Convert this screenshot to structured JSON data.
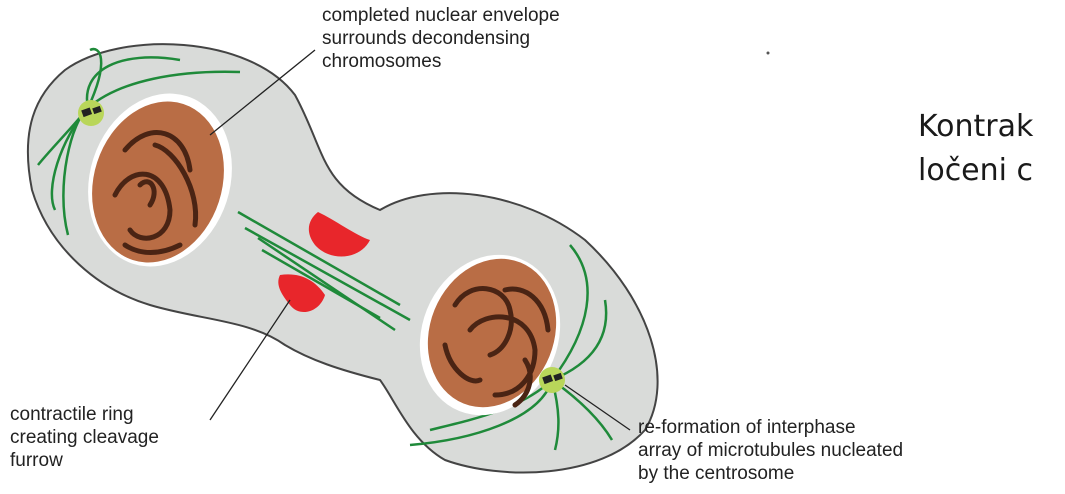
{
  "labels": {
    "envelope": "completed nuclear envelope\nsurrounds decondensing\nchromosomes",
    "ring": "contractile ring\ncreating cleavage\nfurrow",
    "reformation": "re-formation of interphase\narray of microtubules nucleated\nby the centrosome"
  },
  "slide_text": "Kontrak\nločeni c",
  "colors": {
    "cytoplasm": "#d9dbd9",
    "nucleus": "#b96d45",
    "chromosome": "#4a2414",
    "microtubule": "#1f8a3a",
    "contractile_ring": "#e8262b",
    "centrosome": "#b9d65a"
  }
}
